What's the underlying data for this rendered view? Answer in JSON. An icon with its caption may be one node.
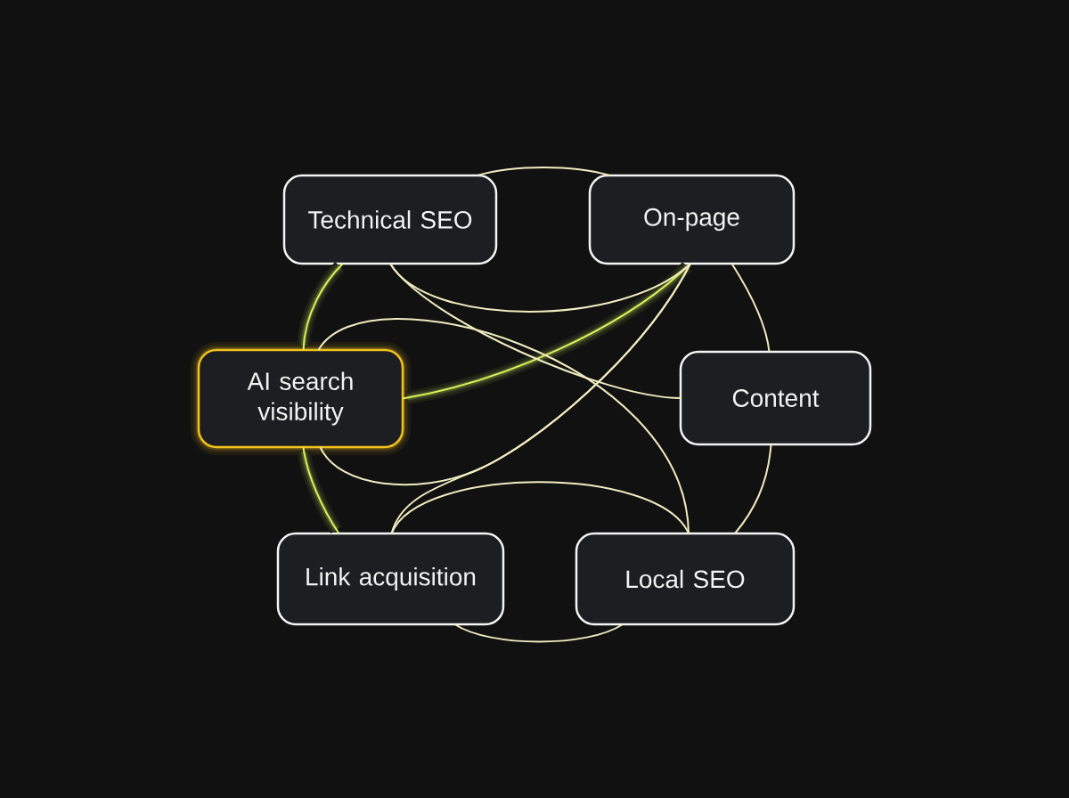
{
  "diagram": {
    "nodes": [
      {
        "text": [
          "Technical SEO"
        ]
      },
      {
        "text": [
          "On-page"
        ]
      },
      {
        "text": [
          "AI search visibility"
        ]
      },
      {
        "text": [
          "Content"
        ]
      },
      {
        "text": [
          "Link acquisition"
        ]
      },
      {
        "text": [
          "Local SEO"
        ]
      }
    ],
    "edges": [
      {
        "from": 0,
        "to": 1,
        "arrow": "none"
      },
      {
        "from": 1,
        "to": 3,
        "arrow": "none"
      },
      {
        "from": 3,
        "to": 5,
        "arrow": "none"
      },
      {
        "from": 4,
        "to": 5,
        "arrow": "none"
      },
      {
        "from": 2,
        "to": 4,
        "arrow": "none",
        "color": "#d8f45c"
      },
      {
        "from": 0,
        "to": 2,
        "arrow": "none",
        "color": "#d8f45c"
      },
      {
        "from": 0,
        "to": 1,
        "arrow": "none"
      },
      {
        "from": 0,
        "to": 3,
        "arrow": "none"
      },
      {
        "from": 2,
        "to": 1,
        "arrow": "none",
        "color": "#d8f45c"
      },
      {
        "from": 2,
        "to": 5,
        "arrow": "none"
      },
      {
        "from": 2,
        "to": 1,
        "arrow": "none"
      },
      {
        "from": 4,
        "to": 1,
        "arrow": "none"
      },
      {
        "from": 4,
        "to": 5,
        "arrow": "none"
      }
    ]
  }
}
